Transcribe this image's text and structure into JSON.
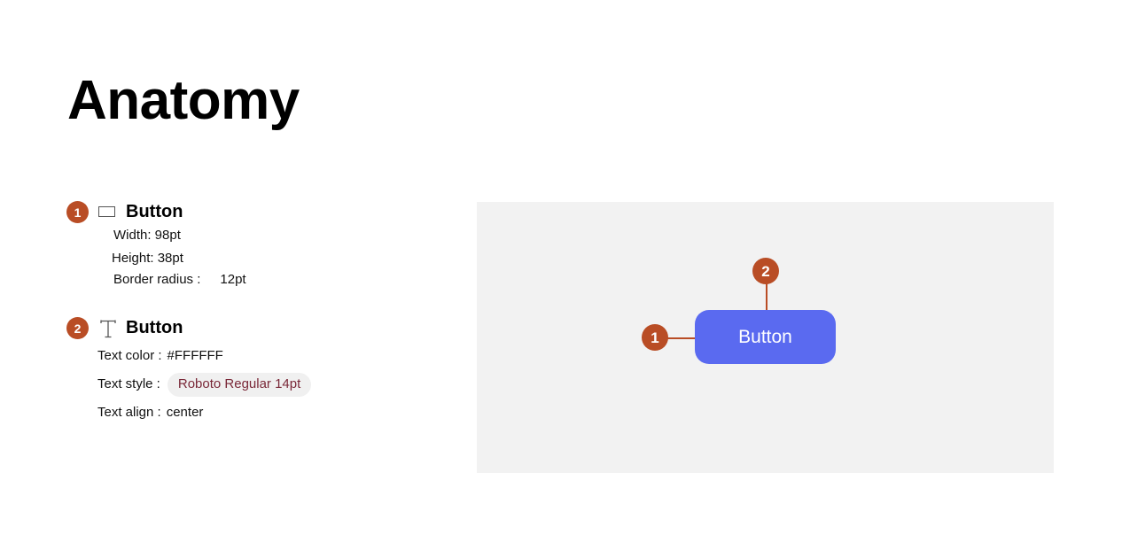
{
  "page": {
    "title": "Anatomy"
  },
  "specs": [
    {
      "number": "1",
      "icon": "rectangle-icon",
      "title": "Button",
      "width_label": "Width: 98pt",
      "height_label": "Height: 38pt",
      "radius_label": "Border radius :",
      "radius_value": "12pt"
    },
    {
      "number": "2",
      "icon": "text-icon",
      "title": "Button",
      "color_label": "Text color :",
      "color_value": "#FFFFFF",
      "style_label": "Text style :",
      "style_value": "Roboto Regular 14pt",
      "align_label": "Text align :",
      "align_value": "center"
    }
  ],
  "preview": {
    "button_label": "Button",
    "callout_1": "1",
    "callout_2": "2"
  },
  "colors": {
    "marker": "#b94d25",
    "button": "#5a6af0",
    "panel": "#f2f2f2",
    "pill_text": "#7a2838"
  }
}
